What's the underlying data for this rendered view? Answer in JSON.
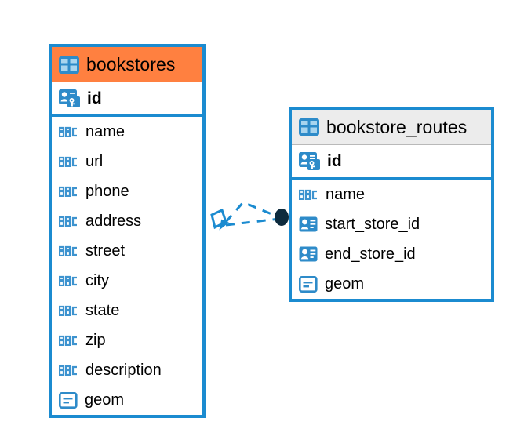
{
  "diagram": {
    "type": "entity-relationship-diagram",
    "background_color": "#ffffff",
    "accent_color": "#1b8bd0",
    "selected_color": "#ff8040",
    "header_plain_color": "#ececec"
  },
  "tables": [
    {
      "name": "bookstores",
      "header_icon": "table-icon",
      "selected": true,
      "fields": [
        {
          "name": "id",
          "icon": "primary-key-icon",
          "type_glyph": "key",
          "primary": true
        },
        {
          "name": "name",
          "icon": "abc-text-icon",
          "type_glyph": "ABC",
          "primary": false
        },
        {
          "name": "url",
          "icon": "abc-text-icon",
          "type_glyph": "ABC",
          "primary": false
        },
        {
          "name": "phone",
          "icon": "abc-text-icon",
          "type_glyph": "ABC",
          "primary": false
        },
        {
          "name": "address",
          "icon": "abc-text-icon",
          "type_glyph": "ABC",
          "primary": false
        },
        {
          "name": "street",
          "icon": "abc-text-icon",
          "type_glyph": "ABC",
          "primary": false
        },
        {
          "name": "city",
          "icon": "abc-text-icon",
          "type_glyph": "ABC",
          "primary": false
        },
        {
          "name": "state",
          "icon": "abc-text-icon",
          "type_glyph": "ABC",
          "primary": false
        },
        {
          "name": "zip",
          "icon": "abc-text-icon",
          "type_glyph": "ABC",
          "primary": false
        },
        {
          "name": "description",
          "icon": "abc-text-icon",
          "type_glyph": "ABC",
          "primary": false
        },
        {
          "name": "geom",
          "icon": "geometry-icon",
          "type_glyph": "blob",
          "primary": false
        }
      ]
    },
    {
      "name": "bookstore_routes",
      "header_icon": "table-icon",
      "selected": false,
      "fields": [
        {
          "name": "id",
          "icon": "primary-key-icon",
          "type_glyph": "key",
          "primary": true
        },
        {
          "name": "name",
          "icon": "abc-text-icon",
          "type_glyph": "ABC",
          "primary": false
        },
        {
          "name": "start_store_id",
          "icon": "foreign-key-icon",
          "type_glyph": "card",
          "primary": false
        },
        {
          "name": "end_store_id",
          "icon": "foreign-key-icon",
          "type_glyph": "card",
          "primary": false
        },
        {
          "name": "geom",
          "icon": "geometry-icon",
          "type_glyph": "blob",
          "primary": false
        }
      ]
    }
  ],
  "relationship": {
    "from_table": "bookstores",
    "to_table": "bookstore_routes",
    "line_style": "dashed",
    "line_color": "#1b8bd0",
    "source_marker": "crows-foot-marker",
    "target_marker": "filled-circle-marker",
    "target_marker_color": "#0d2b3e"
  }
}
